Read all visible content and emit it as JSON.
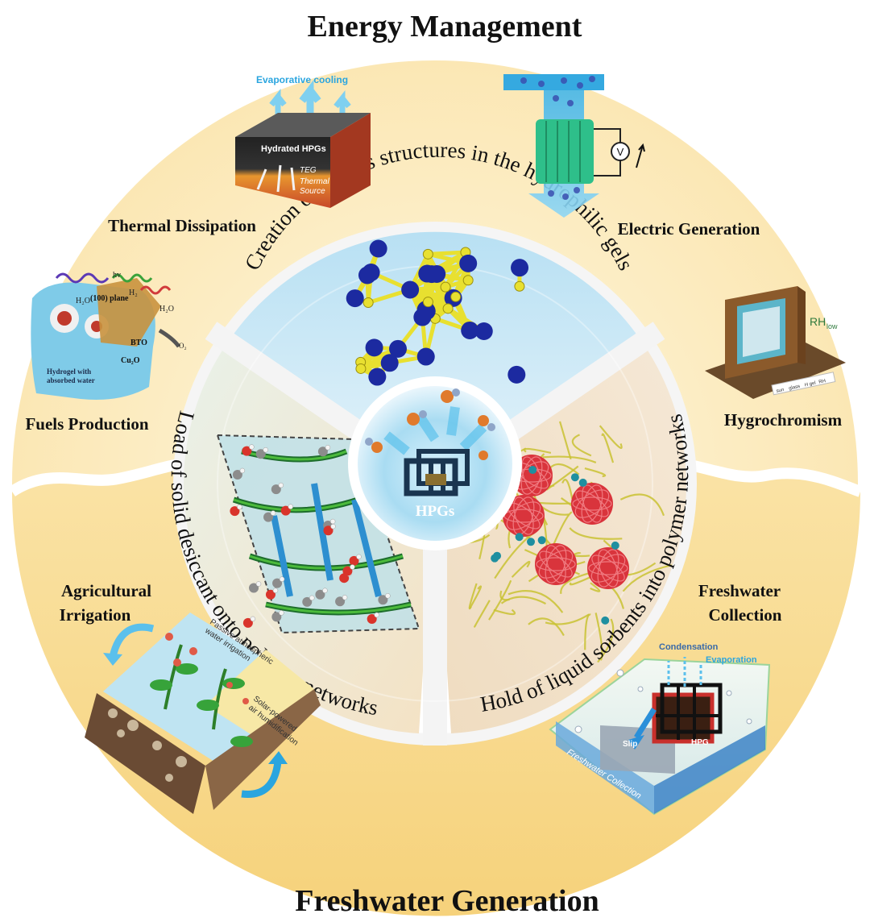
{
  "titles": {
    "top": "Energy Management",
    "bottom": "Freshwater Generation"
  },
  "center": {
    "label": "HPGs"
  },
  "strategies": {
    "top": "Creation of porous structures in the hydrophilic gels",
    "left": "Load of solid desiccant onto polymer networks",
    "right": "Hold of liquid sorbents into polymer networks"
  },
  "applications": {
    "thermal": "Thermal Dissipation",
    "electric": "Electric Generation",
    "fuels": "Fuels Production",
    "hygro": "Hygrochromism",
    "agri_line1": "Agricultural",
    "agri_line2": "Irrigation",
    "fresh_line1": "Freshwater",
    "fresh_line2": "Collection"
  },
  "inset_labels": {
    "evap_cooling": "Evaporative cooling",
    "hydrated": "Hydrated HPGs",
    "teg": "TEG",
    "thermal_source_1": "Thermal",
    "thermal_source_2": "Source",
    "voltmeter": "V",
    "rh": "RH",
    "rh_sub": "low",
    "sun": "sun",
    "glass": "glass",
    "hgel": "H gel",
    "rh_low": "RH",
    "hv": "hv",
    "h2o_1": "H₂O",
    "h2o_2": "H₂O",
    "plane": "(100) plane",
    "h2": "H₂",
    "bto": "BTO",
    "cu2o": "Cu₂O",
    "o2": "O₂",
    "hydrogel1": "Hydrogel with",
    "hydrogel2": "absorbed water",
    "passive1": "Passive atmospheric",
    "passive2": "water irrigation",
    "solar1": "Solar-powered",
    "solar2": "air humidification",
    "condensation": "Condensation",
    "evaporation": "Evaporation",
    "slip": "Slip",
    "hpg": "HPG",
    "fw_collection": "Freshwater Collection"
  },
  "colors": {
    "ring_outer": "#fdf1cf",
    "ring_inner": "#fbe6b0",
    "lower_band": "#f9dc95",
    "top_sector": "#d7eef8",
    "side_sector": "#f3e7d4",
    "divider": "#f4f4f4",
    "molecule_blue": "#1c2aa0",
    "molecule_yellow": "#e8e030"
  }
}
